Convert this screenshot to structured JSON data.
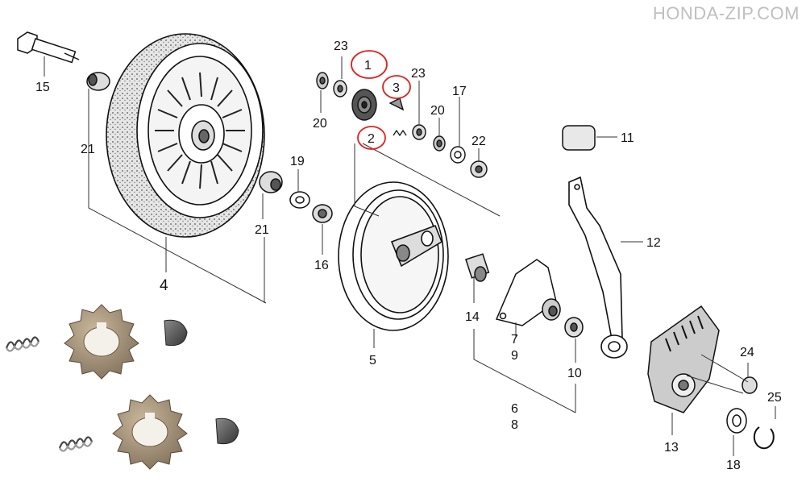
{
  "watermark": "HONDA-ZIP.COM",
  "callouts": {
    "c15": "15",
    "c21a": "21",
    "c21b": "21",
    "c4": "4",
    "c19": "19",
    "c16": "16",
    "c23a": "23",
    "c1": "1",
    "c20a": "20",
    "c3": "3",
    "c2": "2",
    "c23b": "23",
    "c20b": "20",
    "c17": "17",
    "c22": "22",
    "c11": "11",
    "c12": "12",
    "c5": "5",
    "c14": "14",
    "c7": "7",
    "c9": "9",
    "c6": "6",
    "c8": "8",
    "c10": "10",
    "c24": "24",
    "c25": "25",
    "c13": "13",
    "c18": "18"
  },
  "highlight_color": "#e0201c"
}
